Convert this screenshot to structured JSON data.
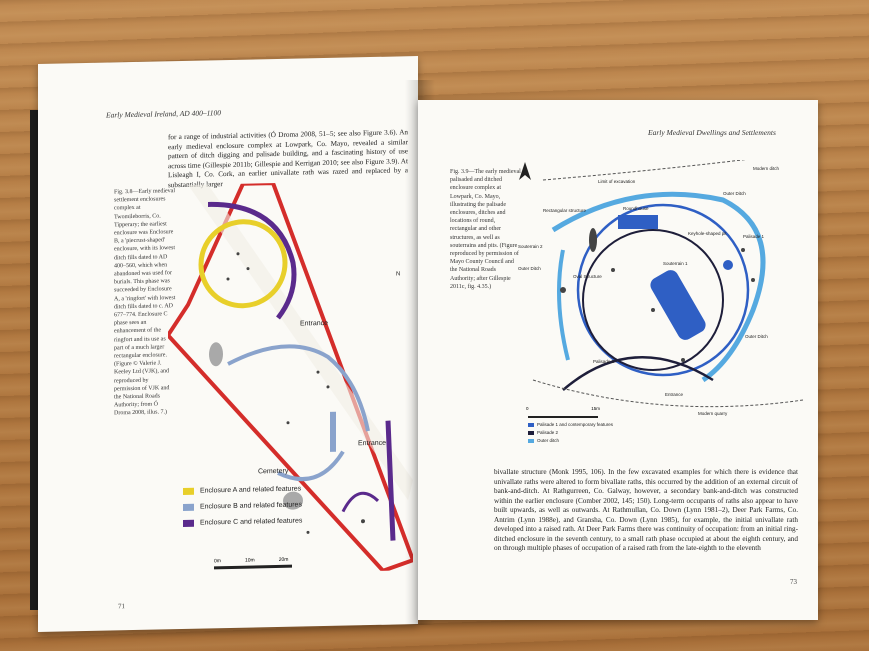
{
  "left_page": {
    "running_head": "Early Medieval Ireland, AD 400–1100",
    "page_number": "71",
    "body_text": "for a range of industrial activities (Ó Droma 2008, 51–5; see also Figure 3.6). An early medieval enclosure complex at Lowpark, Co. Mayo, revealed a similar pattern of ditch digging and palisade building, and a fascinating history of use across time (Gillespie 2011b; Gillespie and Kerrigan 2010; see also Figure 3.9). At Lisleagh I, Co. Cork, an earlier univallate rath was razed and replaced by a substantially larger",
    "caption": "Fig. 3.8—Early medieval settlement enclosures complex at Twomileborris, Co. Tipperary; the earliest enclosure was Enclosure B, a 'piecrust-shaped' enclosure, with its lowest ditch fills dated to AD 400–560, which when abandoned was used for burials. This phase was succeeded by Enclosure A, a 'ringfort' with lowest ditch fills dated to c. AD 677–774. Enclosure C phase sees an enhancement of the ringfort and its use as part of a much larger rectangular enclosure. (Figure © Valerie J. Keeley Ltd (VJK), and reproduced by permission of VJK and the National Roads Authority; from Ó Droma 2008, illus. 7.)",
    "map_labels": {
      "entrance_top": "Entrance",
      "entrance_mid": "Entrance",
      "cemetery": "Cemetery",
      "scale": [
        "0m",
        "10m",
        "20m"
      ],
      "north": "N"
    },
    "legend": [
      {
        "label": "Enclosure A and related features",
        "color": "#e8cf2a"
      },
      {
        "label": "Enclosure B and related features",
        "color": "#8aa3cc"
      },
      {
        "label": "Enclosure C and related features",
        "color": "#5a2a8c"
      }
    ]
  },
  "right_page": {
    "running_head": "Early Medieval Dwellings and Settlements",
    "page_number": "73",
    "caption": "Fig. 3.9—The early medieval palisaded and ditched enclosure complex at Lowpark, Co. Mayo, illustrating the palisade enclosures, ditches and locations of round, rectangular and other structures, as well as souterrains and pits. (Figure reproduced by permission of Mayo County Council and the National Roads Authority; after Gillespie 2011c, fig. 4.35.)",
    "body_text": "bivallate structure (Monk 1995, 106). In the few excavated examples for which there is evidence that univallate raths were altered to form bivallate raths, this occurred by the addition of an external circuit of bank-and-ditch. At Rathgurreen, Co. Galway, however, a secondary bank-and-ditch was constructed within the earlier enclosure (Comber 2002, 145; 150). Long-term occupants of raths also appear to have built upwards, as well as outwards. At Rathmullan, Co. Down (Lynn 1981–2), Deer Park Farms, Co. Antrim (Lynn 1988e), and Gransha, Co. Down (Lynn 1985), for example, the initial univallate rath developed into a raised rath. At Deer Park Farms there was continuity of occupation: from an initial ring-ditched enclosure in the seventh century, to a small rath phase occupied at about the eighth century, and on through multiple phases of occupation of a raised rath from the late-eighth to the eleventh",
    "map_labels": {
      "limit": "Limit of excavation",
      "modern_ditch": "Modern ditch",
      "outer_ditch_top": "Outer Ditch",
      "rect_structure": "Rectangular structure",
      "roundhouse": "Roundhouse",
      "keyhole": "Keyhole-shaped pit",
      "palisade1": "Palisade 1",
      "souterrain2": "Souterrain 2",
      "souterrain1": "Souterrain 1",
      "outer_ditch_left": "Outer Ditch",
      "oval": "Oval Structure",
      "outer_ditch_right": "Outer Ditch",
      "palisade2": "Palisade 2",
      "entrance": "Entrance",
      "quarry": "Modern quarry",
      "scale": [
        "0",
        "15m"
      ]
    },
    "legend": [
      {
        "label": "Palisade 1 and contemporary features",
        "color": "#2f5fc4"
      },
      {
        "label": "Palisade 2",
        "color": "#1e1e3a"
      },
      {
        "label": "Outer ditch",
        "color": "#55a9e0"
      }
    ]
  }
}
